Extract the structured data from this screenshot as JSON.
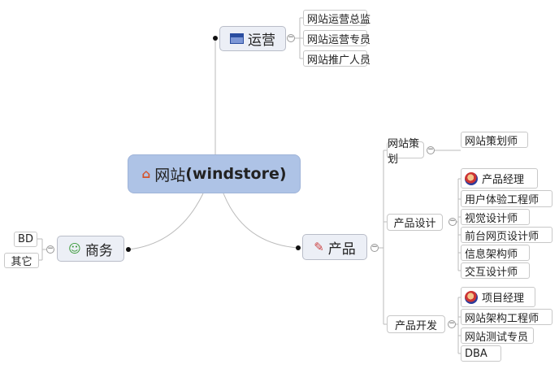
{
  "center": {
    "title_zh": "网站",
    "title_en": "(windstore)",
    "icon": "house-icon"
  },
  "branches": {
    "yunying": {
      "label": "运营",
      "icon": "calendar-icon",
      "children": [
        "网站运营总监",
        "网站运营专员",
        "网站推广人员"
      ]
    },
    "chanpin": {
      "label": "产品",
      "icon": "pencil-note-icon",
      "groups": [
        {
          "label": "网站策划",
          "children": [
            "网站策划师"
          ]
        },
        {
          "label": "产品设计",
          "children": [
            "产品经理",
            "用户体验工程师",
            "视觉设计师",
            "前台网页设计师",
            "信息架构师",
            "交互设计师"
          ]
        },
        {
          "label": "产品开发",
          "children": [
            "项目经理",
            "网站架构工程师",
            "网站测试专员",
            "DBA"
          ]
        }
      ]
    },
    "shangwu": {
      "label": "商务",
      "icon": "person-icon",
      "children": [
        "BD",
        "其它"
      ]
    }
  },
  "collapse_symbol": "−"
}
